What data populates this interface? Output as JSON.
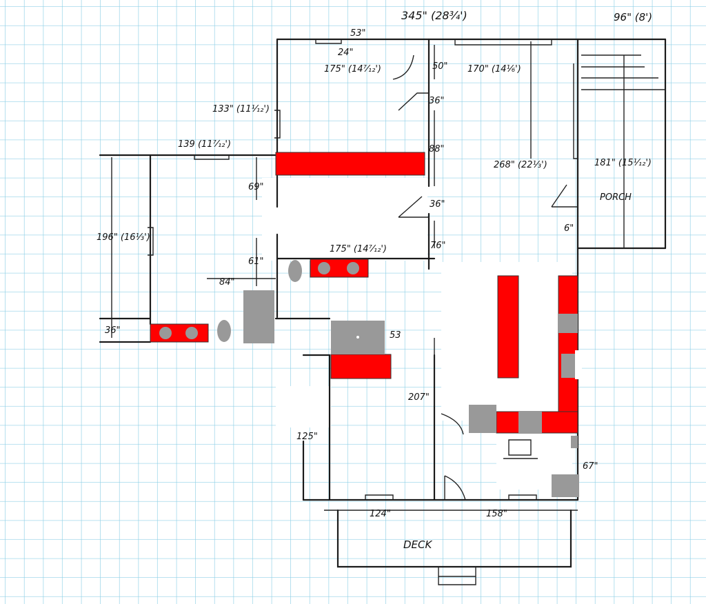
{
  "title": "Hand-drawn floor plan on graph paper",
  "colors": {
    "grid": "#8fd0e6",
    "cabinet": "#ff0000",
    "appliance": "#999999",
    "ink": "#1a1a1a"
  },
  "labels": {
    "overall_width": "345\" (28¾')",
    "porch_width": "96\" (8')",
    "d53": "53\"",
    "d24": "24\"",
    "room1": "175\" (14⁷⁄₁₂')",
    "d50": "50\"",
    "room2": "170\" (14⅙')",
    "d36_top": "36\"",
    "left_wall": "133\" (11¹⁄₁₂')",
    "left_room_width": "139 (11⁷⁄₁₂')",
    "d88": "88\"",
    "depth": "268\" (22⅓')",
    "porch_depth": "181\" (15¹⁄₁₂')",
    "porch": "PORCH",
    "d69": "69\"",
    "d36_mid": "36\"",
    "left_depth": "196\" (16⅓')",
    "d76": "76\"",
    "room3": "175\" (14⁷⁄₁₂')",
    "d61": "61\"",
    "d84": "84\"",
    "d36_bot": "36\"",
    "d6": "6\"",
    "d53b": "53",
    "d207": "207\"",
    "d125": "125\"",
    "d67": "67\"",
    "d124": "124\"",
    "d158": "158\"",
    "deck": "DECK"
  }
}
